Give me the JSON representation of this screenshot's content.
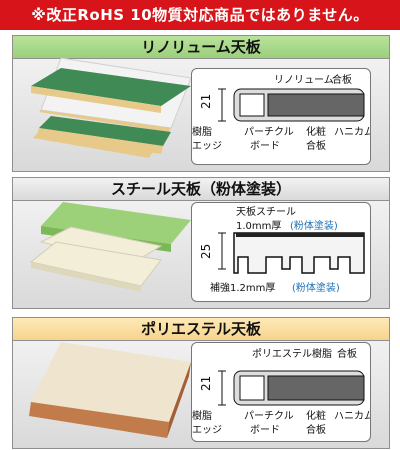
{
  "banner": {
    "text": "※改正RoHS 10物質対応商品ではありません。"
  },
  "sections": [
    {
      "title": "リノリューム天板",
      "thickness": "21",
      "labels": {
        "top_surface": "リノリューム",
        "plywood": "合板",
        "resin_edge": "樹脂\nエッジ",
        "particle_board": "パーチクル\nボード",
        "decorative_plywood": "化粧\n合板",
        "honeycomb": "ハニカム"
      },
      "colors": {
        "top": "#3f8a55",
        "edge": "#e7c98a",
        "under": "#f3f3f3"
      }
    },
    {
      "title": "スチール天板（粉体塗装）",
      "thickness": "25",
      "labels": {
        "steel_top_line1": "天板スチール",
        "steel_top_line2": "1.0mm厚",
        "powder_coat": "(粉体塗装)",
        "reinforcement": "補強1.2mm厚",
        "reinforcement_coat": "(粉体塗装)"
      },
      "colors": {
        "top": "#9dd179",
        "under": "#f2eed8"
      }
    },
    {
      "title": "ポリエステル天板",
      "thickness": "21",
      "labels": {
        "top_surface": "ポリエステル樹脂",
        "plywood": "合板",
        "resin_edge": "樹脂\nエッジ",
        "particle_board": "パーチクル\nボード",
        "decorative_plywood": "化粧\n合板",
        "honeycomb": "ハニカム"
      },
      "colors": {
        "top": "#efe4cd",
        "edge": "#c27b4b"
      }
    }
  ]
}
